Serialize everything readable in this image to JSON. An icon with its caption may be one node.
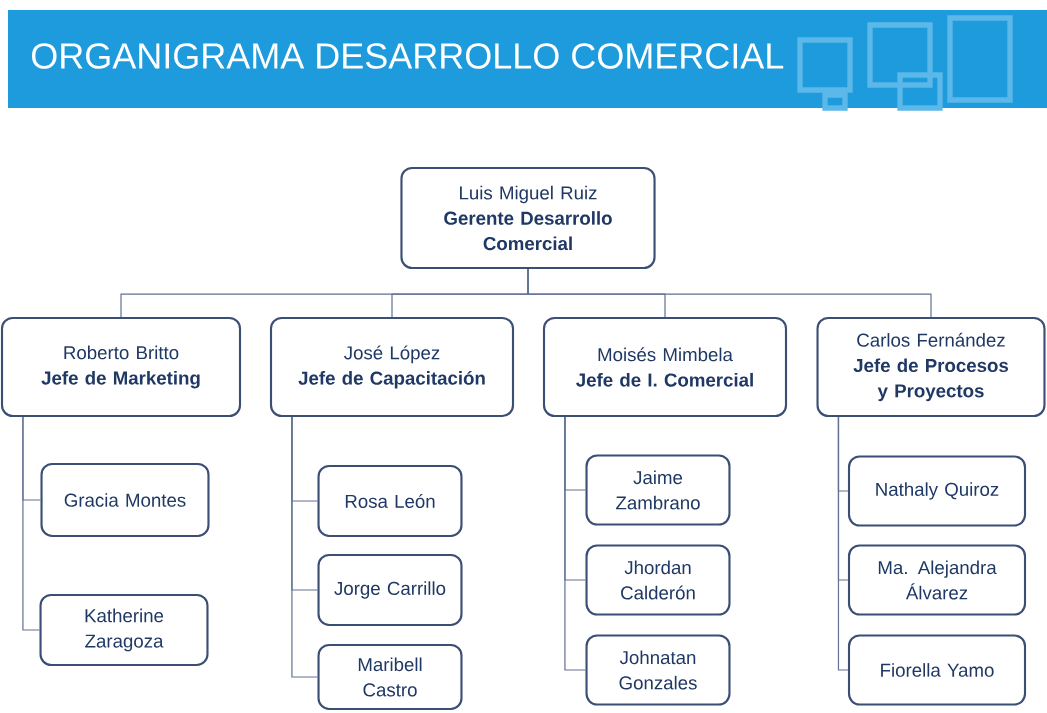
{
  "diagram": {
    "title": "ORGANIGRAMA DESARROLLO COMERCIAL",
    "nodes": [
      {
        "text": [
          "Luis Miguel Ruiz",
          "Gerente Desarrollo Comercial"
        ]
      },
      {
        "text": [
          "Roberto Britto",
          "Jefe de Marketing"
        ]
      },
      {
        "text": [
          "José López",
          "Jefe de Capacitación"
        ]
      },
      {
        "text": [
          "Moisés Mimbela",
          "Jefe de I. Comercial"
        ]
      },
      {
        "text": [
          "Carlos Fernández",
          "Jefe de Procesos y Proyectos"
        ]
      },
      {
        "text": [
          "Gracia Montes"
        ]
      },
      {
        "text": [
          "Katherine Zaragoza"
        ]
      },
      {
        "text": [
          "Rosa León"
        ]
      },
      {
        "text": [
          "Jorge Carrillo"
        ]
      },
      {
        "text": [
          "Maribell Castro"
        ]
      },
      {
        "text": [
          "Jaime Zambrano"
        ]
      },
      {
        "text": [
          "Jhordan Calderón"
        ]
      },
      {
        "text": [
          "Johnatan Gonzales"
        ]
      },
      {
        "text": [
          "Nathaly Quiroz"
        ]
      },
      {
        "text": [
          "Ma. Alejandra Álvarez"
        ]
      },
      {
        "text": [
          "Fiorella Yamo"
        ]
      }
    ],
    "edges": [
      {
        "from": 0,
        "to": 1,
        "arrow": "none"
      },
      {
        "from": 0,
        "to": 2,
        "arrow": "none"
      },
      {
        "from": 0,
        "to": 3,
        "arrow": "none"
      },
      {
        "from": 0,
        "to": 4,
        "arrow": "none"
      },
      {
        "from": 1,
        "to": 5,
        "arrow": "none"
      },
      {
        "from": 1,
        "to": 6,
        "arrow": "none"
      },
      {
        "from": 2,
        "to": 7,
        "arrow": "none"
      },
      {
        "from": 2,
        "to": 8,
        "arrow": "none"
      },
      {
        "from": 2,
        "to": 9,
        "arrow": "none"
      },
      {
        "from": 3,
        "to": 10,
        "arrow": "none"
      },
      {
        "from": 3,
        "to": 11,
        "arrow": "none"
      },
      {
        "from": 3,
        "to": 12,
        "arrow": "none"
      },
      {
        "from": 4,
        "to": 13,
        "arrow": "none"
      },
      {
        "from": 4,
        "to": 14,
        "arrow": "none"
      },
      {
        "from": 4,
        "to": 15,
        "arrow": "none"
      }
    ]
  }
}
